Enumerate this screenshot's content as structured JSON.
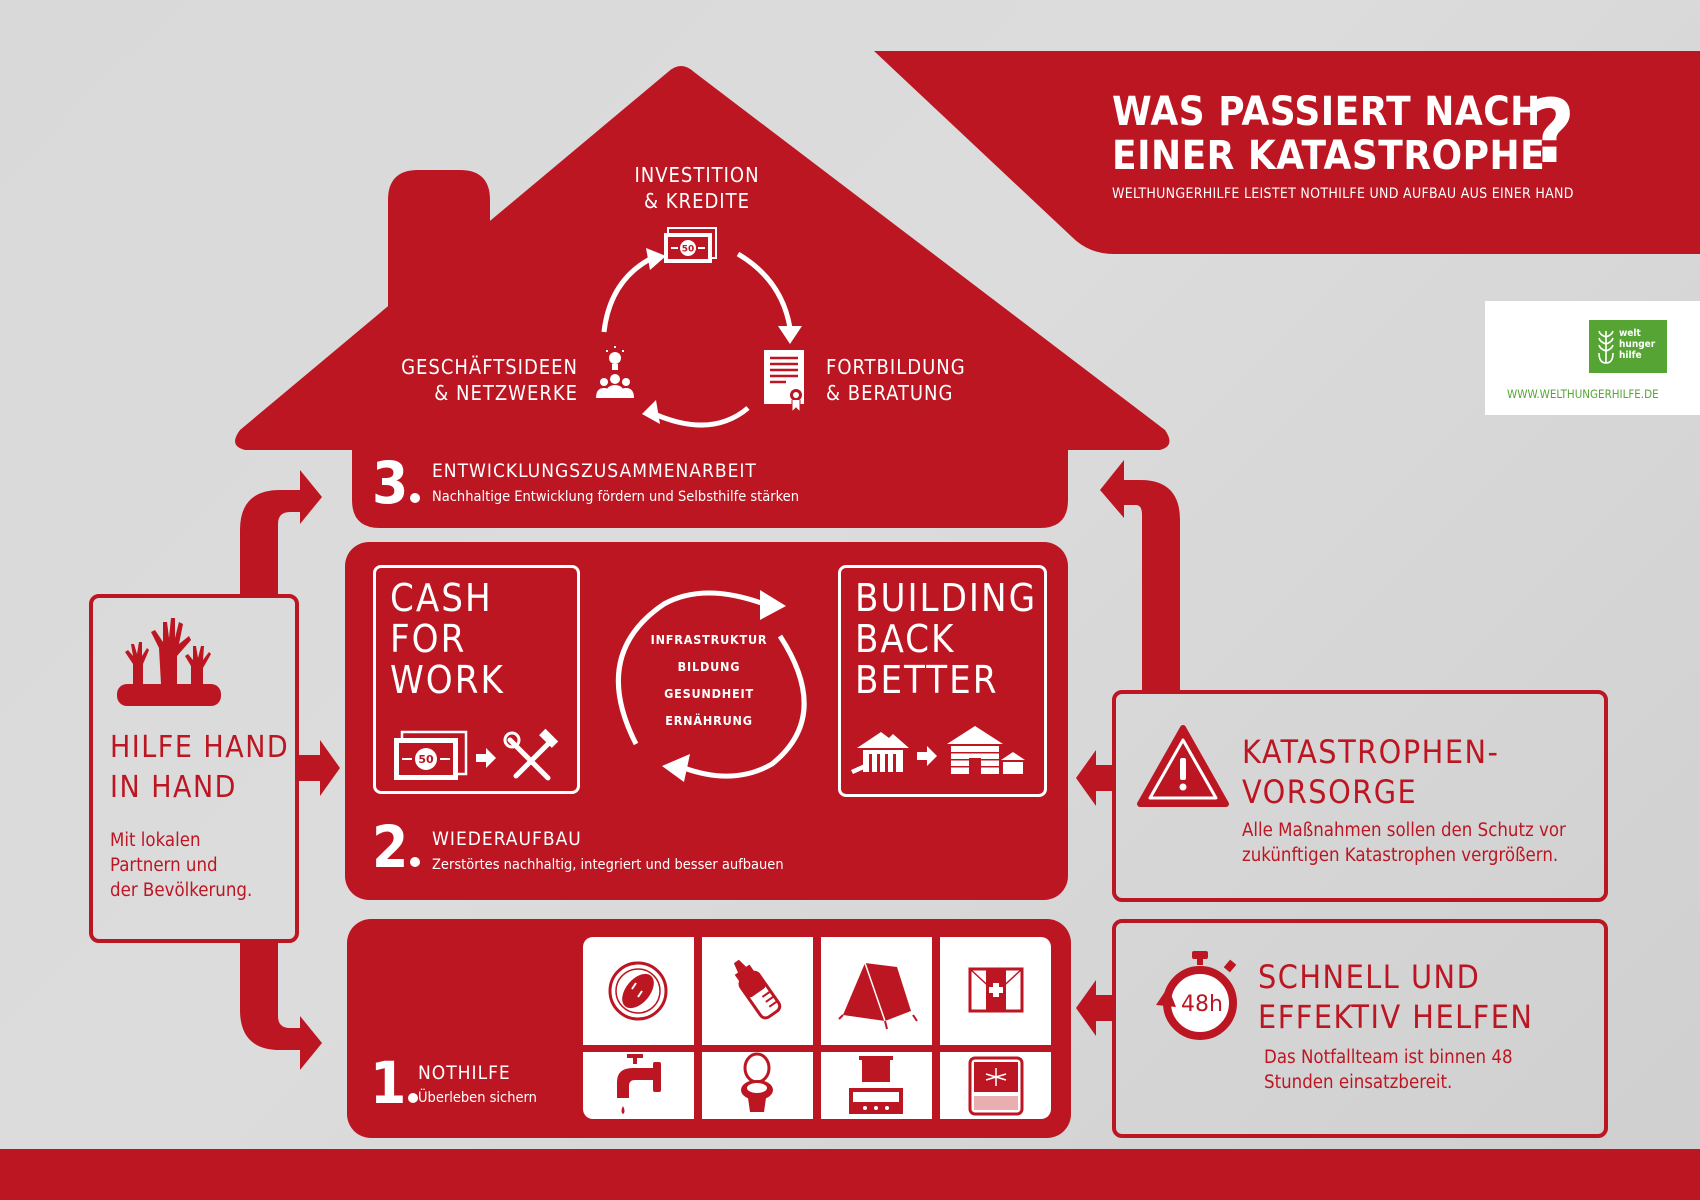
{
  "header": {
    "title_line1": "WAS PASSIERT NACH",
    "title_line2": "EINER KATASTROPHE",
    "question_mark": "?",
    "subtitle": "WELTHUNGERHILFE LEISTET NOTHILFE UND AUFBAU AUS EINER HAND"
  },
  "logo": {
    "line1": "welt",
    "line2": "hunger",
    "line3": "hilfe",
    "url": "WWW.WELTHUNGERHILFE.DE",
    "color": "#56a534"
  },
  "colors": {
    "brand_red": "#bc1622",
    "background": "#d9d9d9",
    "logo_green": "#56a534"
  },
  "roof": {
    "cycle": [
      {
        "line1": "INVESTITION",
        "line2": "& KREDITE",
        "icon": "money-bill-icon",
        "bill_value": "50"
      },
      {
        "line1": "FORTBILDUNG",
        "line2": "& BERATUNG",
        "icon": "certificate-icon"
      },
      {
        "line1": "GESCHÄFTSIDEEN",
        "line2": "& NETZWERKE",
        "icon": "idea-network-icon"
      }
    ]
  },
  "sections": {
    "s3": {
      "number": "3",
      "title": "ENTWICKLUNGSZUSAMMENARBEIT",
      "subtitle": "Nachhaltige Entwicklung fördern und Selbsthilfe stärken"
    },
    "s2": {
      "number": "2",
      "title": "WIEDERAUFBAU",
      "subtitle": "Zerstörtes nachhaltig, integriert und besser aufbauen",
      "cash_for_work": {
        "lines": [
          "CASH",
          "FOR",
          "WORK"
        ],
        "bill_value": "50"
      },
      "building_back_better": {
        "lines": [
          "BUILDING",
          "BACK",
          "BETTER"
        ]
      },
      "cycle_words": [
        "INFRASTRUKTUR",
        "BILDUNG",
        "GESUNDHEIT",
        "ERNÄHRUNG"
      ]
    },
    "s1": {
      "number": "1",
      "title": "NOTHILFE",
      "subtitle": "Überleben sichern",
      "tiles": [
        "food-plate-icon",
        "baby-bottle-icon",
        "tent-icon",
        "first-aid-kit-icon",
        "water-tap-icon",
        "toilet-icon",
        "cooking-stove-icon",
        "mosquito-net-icon"
      ]
    }
  },
  "panels": {
    "left": {
      "title_line1": "HILFE HAND",
      "title_line2": "IN HAND",
      "text_line1": "Mit lokalen",
      "text_line2": "Partnern und",
      "text_line3": "der Bevölkerung."
    },
    "prevention": {
      "title_line1": "KATASTROPHEN-",
      "title_line2": "VORSORGE",
      "text_line1": "Alle Maßnahmen sollen den Schutz vor",
      "text_line2": "zukünftigen Katastrophen vergrößern."
    },
    "fast": {
      "title_line1": "SCHNELL UND",
      "title_line2": "EFFEKTIV HELFEN",
      "text_line1": "Das Notfallteam ist binnen 48",
      "text_line2": "Stunden einsatzbereit.",
      "timer_label": "48h"
    }
  }
}
